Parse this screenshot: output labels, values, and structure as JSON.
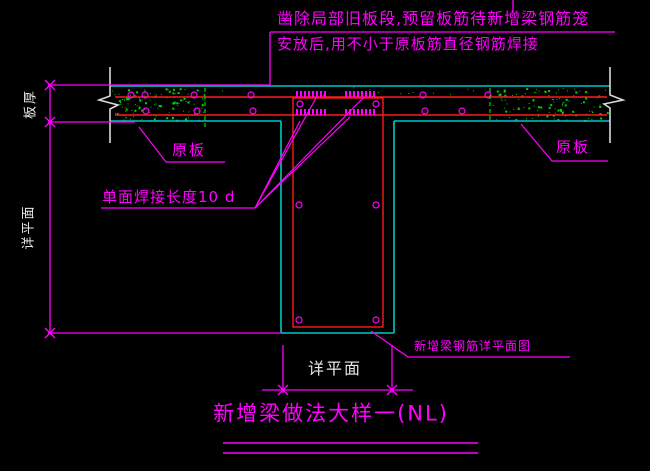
{
  "title": {
    "text": "新增梁做法大样一(NL)"
  },
  "notes": {
    "line1": "凿除局部旧板段,预留板筋待新增梁钢筋笼",
    "line2": "安放后,用不小于原板筋直径钢筋焊接"
  },
  "labels": {
    "original_slab_left": "原板",
    "original_slab_right": "原板",
    "weld_length": "单面焊接长度10 d",
    "new_beam_plan": "新增梁钢筋详平面图"
  },
  "dimensions": {
    "slab_thickness": "板厚",
    "beam_height_ref": "详平面",
    "beam_width_ref": "详平面"
  },
  "colors": {
    "background": "#000000",
    "annotation_magenta": "#ff00ff",
    "outline_cyan": "#00c8c8",
    "rebar_red": "#ff1a1a",
    "hatch_green": "#00d400",
    "dimension_text_white": "#e8e8e8",
    "break_line_white": "#d9d9d9"
  }
}
